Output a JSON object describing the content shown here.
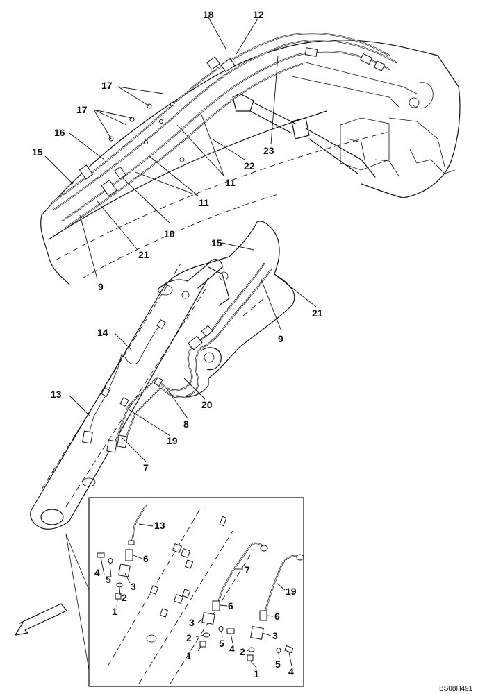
{
  "callouts": {
    "top": [
      {
        "key": "c18",
        "text": "18"
      },
      {
        "key": "c12",
        "text": "12"
      },
      {
        "key": "c17a",
        "text": "17"
      },
      {
        "key": "c17b",
        "text": "17"
      },
      {
        "key": "c16",
        "text": "16"
      },
      {
        "key": "c15",
        "text": "15"
      },
      {
        "key": "c23",
        "text": "23"
      },
      {
        "key": "c22",
        "text": "22"
      },
      {
        "key": "c11a",
        "text": "11"
      },
      {
        "key": "c11b",
        "text": "11"
      },
      {
        "key": "c10",
        "text": "10"
      },
      {
        "key": "c21",
        "text": "21"
      },
      {
        "key": "c9",
        "text": "9"
      }
    ],
    "middle": [
      {
        "key": "c15",
        "text": "15"
      },
      {
        "key": "c21",
        "text": "21"
      },
      {
        "key": "c9",
        "text": "9"
      },
      {
        "key": "c14",
        "text": "14"
      },
      {
        "key": "c13",
        "text": "13"
      },
      {
        "key": "c20",
        "text": "20"
      },
      {
        "key": "c8",
        "text": "8"
      },
      {
        "key": "c19",
        "text": "19"
      },
      {
        "key": "c7",
        "text": "7"
      }
    ],
    "detail": [
      {
        "key": "c13",
        "text": "13"
      },
      {
        "key": "c6a",
        "text": "6"
      },
      {
        "key": "c4a",
        "text": "4"
      },
      {
        "key": "c5a",
        "text": "5"
      },
      {
        "key": "c3a",
        "text": "3"
      },
      {
        "key": "c2a",
        "text": "2"
      },
      {
        "key": "c1a",
        "text": "1"
      },
      {
        "key": "c7",
        "text": "7"
      },
      {
        "key": "c19",
        "text": "19"
      },
      {
        "key": "c6b",
        "text": "6"
      },
      {
        "key": "c6c",
        "text": "6"
      },
      {
        "key": "c3b",
        "text": "3"
      },
      {
        "key": "c3c",
        "text": "3"
      },
      {
        "key": "c2b",
        "text": "2"
      },
      {
        "key": "c5b",
        "text": "5"
      },
      {
        "key": "c4b",
        "text": "4"
      },
      {
        "key": "c1b",
        "text": "1"
      },
      {
        "key": "c2c",
        "text": "2"
      },
      {
        "key": "c5c",
        "text": "5"
      },
      {
        "key": "c4c",
        "text": "4"
      },
      {
        "key": "c1c",
        "text": "1"
      }
    ]
  },
  "reference_code": "BS08H491"
}
